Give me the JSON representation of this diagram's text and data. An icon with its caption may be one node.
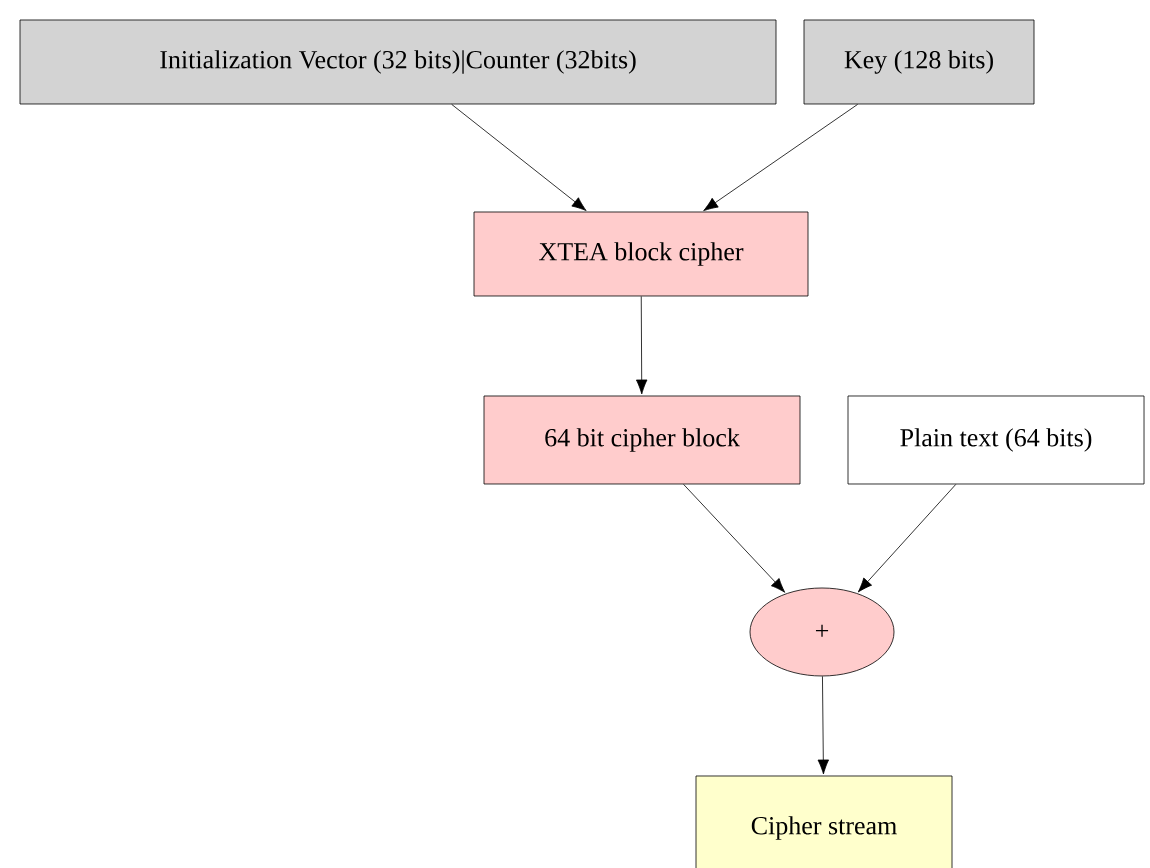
{
  "diagram": {
    "nodes": [
      {
        "text": [
          "Initialization Vector (32 bits)|Counter (32bits)"
        ]
      },
      {
        "text": [
          "Key (128 bits)"
        ]
      },
      {
        "text": [
          "XTEA block cipher"
        ]
      },
      {
        "text": [
          "64 bit cipher block"
        ]
      },
      {
        "text": [
          "Plain text (64 bits)"
        ]
      },
      {
        "text": [
          "+"
        ]
      },
      {
        "text": [
          "Cipher stream"
        ]
      }
    ],
    "edges": [
      {
        "from": 0,
        "to": 2,
        "arrow": "to"
      },
      {
        "from": 1,
        "to": 2,
        "arrow": "to"
      },
      {
        "from": 2,
        "to": 3,
        "arrow": "to"
      },
      {
        "from": 3,
        "to": 5,
        "arrow": "to"
      },
      {
        "from": 4,
        "to": 5,
        "arrow": "to"
      },
      {
        "from": 5,
        "to": 6,
        "arrow": "to"
      }
    ]
  }
}
